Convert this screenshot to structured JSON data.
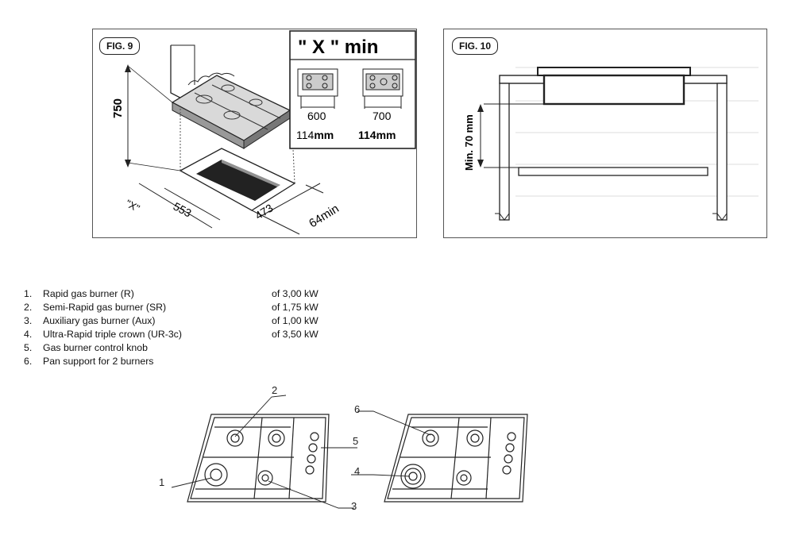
{
  "fig9": {
    "label": "FIG. 9",
    "dim_height": "750",
    "dim_x": "\"X\"",
    "dim_depth": "553",
    "dim_width": "473",
    "dim_min": "64min",
    "xmin_title": "\" X \" min",
    "inset_left": {
      "width": "600",
      "x": "114",
      "x_unit": "mm"
    },
    "inset_right": {
      "width": "700",
      "x": "114mm"
    }
  },
  "fig10": {
    "label": "FIG. 10",
    "dim_min": "Min. 70 mm"
  },
  "legend": [
    {
      "num": "1.",
      "text": "Rapid gas burner (R)",
      "value": "of 3,00 kW"
    },
    {
      "num": "2.",
      "text": "Semi-Rapid gas burner (SR)",
      "value": "of 1,75 kW"
    },
    {
      "num": "3.",
      "text": "Auxiliary gas burner (Aux)",
      "value": "of 1,00 kW"
    },
    {
      "num": "4.",
      "text": "Ultra-Rapid triple crown (UR-3c)",
      "value": "of 3,50 kW"
    },
    {
      "num": "5.",
      "text": "Gas burner control knob",
      "value": ""
    },
    {
      "num": "6.",
      "text": "Pan support for 2 burners",
      "value": ""
    }
  ],
  "callouts": [
    "1",
    "2",
    "3",
    "4",
    "5",
    "6"
  ]
}
